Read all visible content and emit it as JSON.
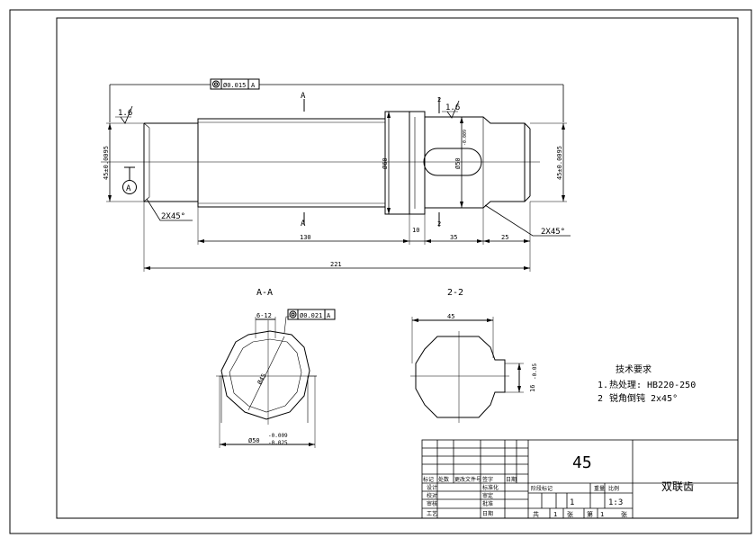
{
  "shaft": {
    "tol_frame_value": "Ø0.015",
    "tol_frame_datum": "A",
    "section_label_top": "A",
    "section_label_bottom": "A",
    "roughness_left": "1.6",
    "roughness_right": "1.6",
    "dim_left_dia": "45±0.0095",
    "dim_right_dia": "45±0.0095",
    "datum_bubble": "A",
    "dim_center_dia": "Ø60",
    "dim_key_dia": "Ø50",
    "dim_key_tol": "-0.009",
    "chamfer_left": "2X45°",
    "chamfer_right": "2X45°",
    "dim_130": "130",
    "dim_10": "10",
    "dim_35": "35",
    "dim_25": "25",
    "dim_total": "221",
    "cut_mark": "2",
    "cut_mark_b": "2"
  },
  "section_aa": {
    "title": "A-A",
    "slot_width": "6-12",
    "tol_value": "Ø0.021",
    "tol_datum": "A",
    "inner_dia": "Ø45",
    "dia_main": "Ø50",
    "dia_tol_upper": "-0.009",
    "dia_tol_lower": "-0.025"
  },
  "section_22": {
    "title": "2-2",
    "width": "45",
    "height_dim": "16",
    "height_tol": "-0.05"
  },
  "notes": {
    "heading": "技术要求",
    "line1_num": "1.",
    "line1": "热处理:  HB220-250",
    "line2_num": "2",
    "line2": "锐角倒钝  2x45°"
  },
  "title_block": {
    "material": "45",
    "part_name": "双联齿",
    "header_cols": [
      "标记",
      "处数",
      "更改文件号",
      "签字",
      "日期"
    ],
    "left_rows": [
      "设计",
      "校对",
      "审核",
      "工艺"
    ],
    "mid_rows": [
      "标准化",
      "审定",
      "批准",
      "日期"
    ],
    "right_header": [
      "阶段标记",
      "重量",
      "比例"
    ],
    "qty": "1",
    "scale": "1:3",
    "bottom_row": [
      "共",
      "1",
      "张",
      "第",
      "1",
      "张"
    ]
  }
}
